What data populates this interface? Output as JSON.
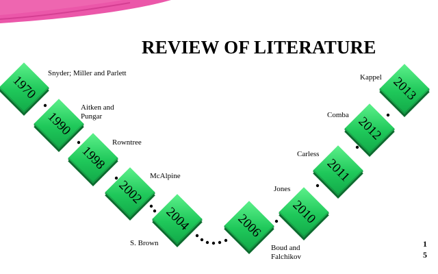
{
  "slide": {
    "title": "REVIEW OF LITERATURE",
    "page_number": "15",
    "page_number_lines": [
      "1",
      "5"
    ],
    "colors": {
      "background": "#ffffff",
      "swoosh": "#e8399a",
      "box_green": "#2bd466",
      "box_shadow": "#0c6b2e",
      "connector": "#000000"
    }
  },
  "timeline": [
    {
      "year": "1970",
      "author": "Snyder; Miller and Parlett"
    },
    {
      "year": "1990",
      "author": "Aitken and Pungar",
      "author_lines": [
        "Aitken and",
        "Pungar"
      ]
    },
    {
      "year": "1998",
      "author": "Rowntree"
    },
    {
      "year": "2002",
      "author": "McAlpine"
    },
    {
      "year": "2004",
      "author": "S. Brown"
    },
    {
      "year": "2006",
      "author": "Boud and Falchikov",
      "author_lines": [
        "Boud and",
        "Falchikov"
      ]
    },
    {
      "year": "2010",
      "author": "Jones"
    },
    {
      "year": "2011",
      "author": "Carless"
    },
    {
      "year": "2012",
      "author": "Comba"
    },
    {
      "year": "2013",
      "author": "Kappel"
    }
  ]
}
